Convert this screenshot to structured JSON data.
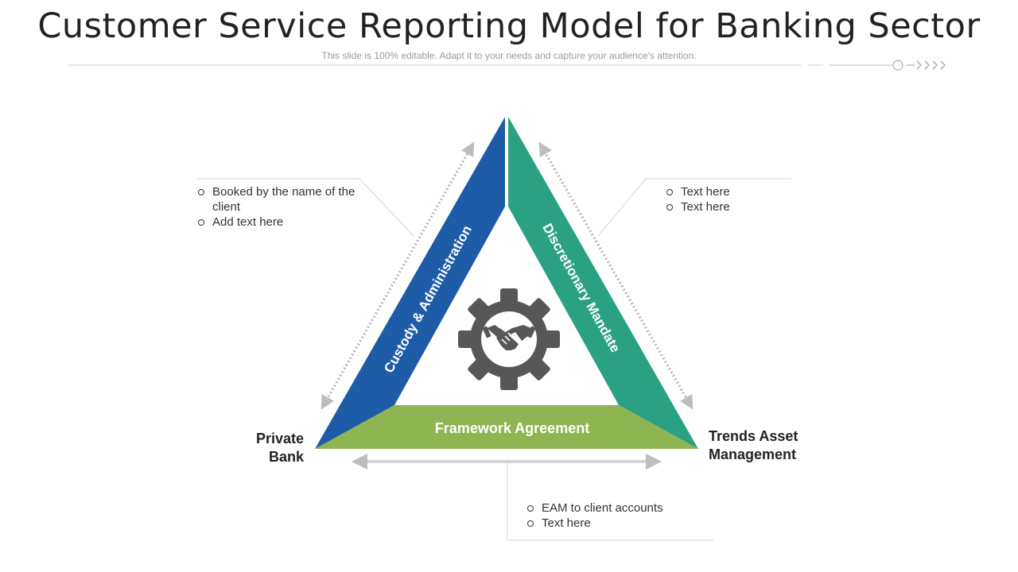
{
  "header": {
    "title": "Customer Service Reporting Model for Banking Sector",
    "subtitle": "This slide is 100% editable. Adapt it to your needs and capture your audience's attention."
  },
  "diagram": {
    "sides": {
      "left": {
        "label": "Custody & Administration",
        "color": "#1e5ca8"
      },
      "right": {
        "label": "Discretionary Mandate",
        "color": "#2ba183"
      },
      "bottom": {
        "label": "Framework Agreement",
        "color": "#8fb552"
      }
    },
    "center_icon": "gear-handshake-icon",
    "corners": {
      "left": [
        "Private",
        "Bank"
      ],
      "right": [
        "Trends Asset",
        "Management"
      ]
    },
    "notes": {
      "top_left": [
        "Booked by the name of the client",
        "Add text here"
      ],
      "top_right": [
        "Text here",
        "Text here"
      ],
      "bottom": [
        "EAM to client accounts",
        "Text here"
      ]
    }
  }
}
